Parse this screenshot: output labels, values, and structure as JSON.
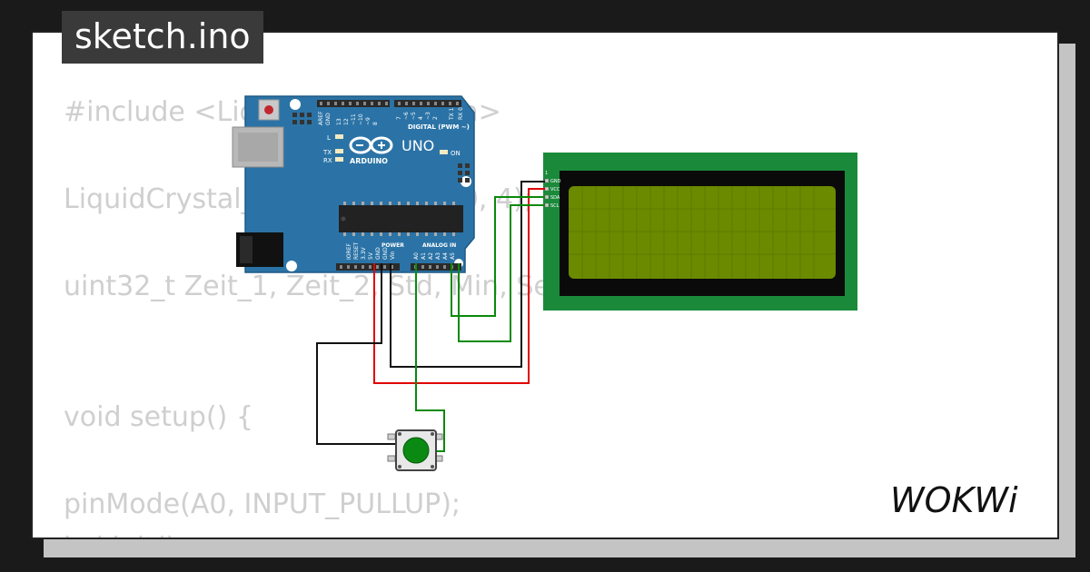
{
  "project_title": "sketch.ino",
  "code_lines": [
    "#include <LiquidCrystal_I2C.h>",
    "LiquidCrystal_I2C lcd(0x27, 20, 4);",
    "uint32_t Zeit_1, Zeit_2, Std, Min, Sek;",
    "void setup() {",
    "pinMode(A0, INPUT_PULLUP);",
    "lcd.init();"
  ],
  "arduino": {
    "model_label": "UNO",
    "brand_label": "ARDUINO",
    "digital_label": "DIGITAL (PWM ~)",
    "power_label": "POWER",
    "analog_label": "ANALOG IN",
    "on_label": "ON",
    "led_l": "L",
    "led_tx": "TX",
    "led_rx": "RX",
    "top_pins": [
      "AREF",
      "GND",
      "13",
      "12",
      "~11",
      "~10",
      "~9",
      "8",
      "7",
      "~6",
      "~5",
      "4",
      "~3",
      "2",
      "TX 1",
      "RX 0"
    ],
    "power_pins": [
      "IOREF",
      "RESET",
      "3.3V",
      "5V",
      "GND",
      "GND",
      "Vin"
    ],
    "analog_pins": [
      "A0",
      "A1",
      "A2",
      "A3",
      "A4",
      "A5"
    ]
  },
  "lcd": {
    "pins": [
      "GND",
      "VCC",
      "SDA",
      "SCL"
    ],
    "frame_color": "#1a8a3a",
    "screen_color": "#6b8a00"
  },
  "button": {
    "cap_color": "#0a8a12"
  },
  "wires": {
    "red": "#e00000",
    "black": "#111111",
    "green": "#0a8a0a"
  },
  "brand": "WOKWi"
}
